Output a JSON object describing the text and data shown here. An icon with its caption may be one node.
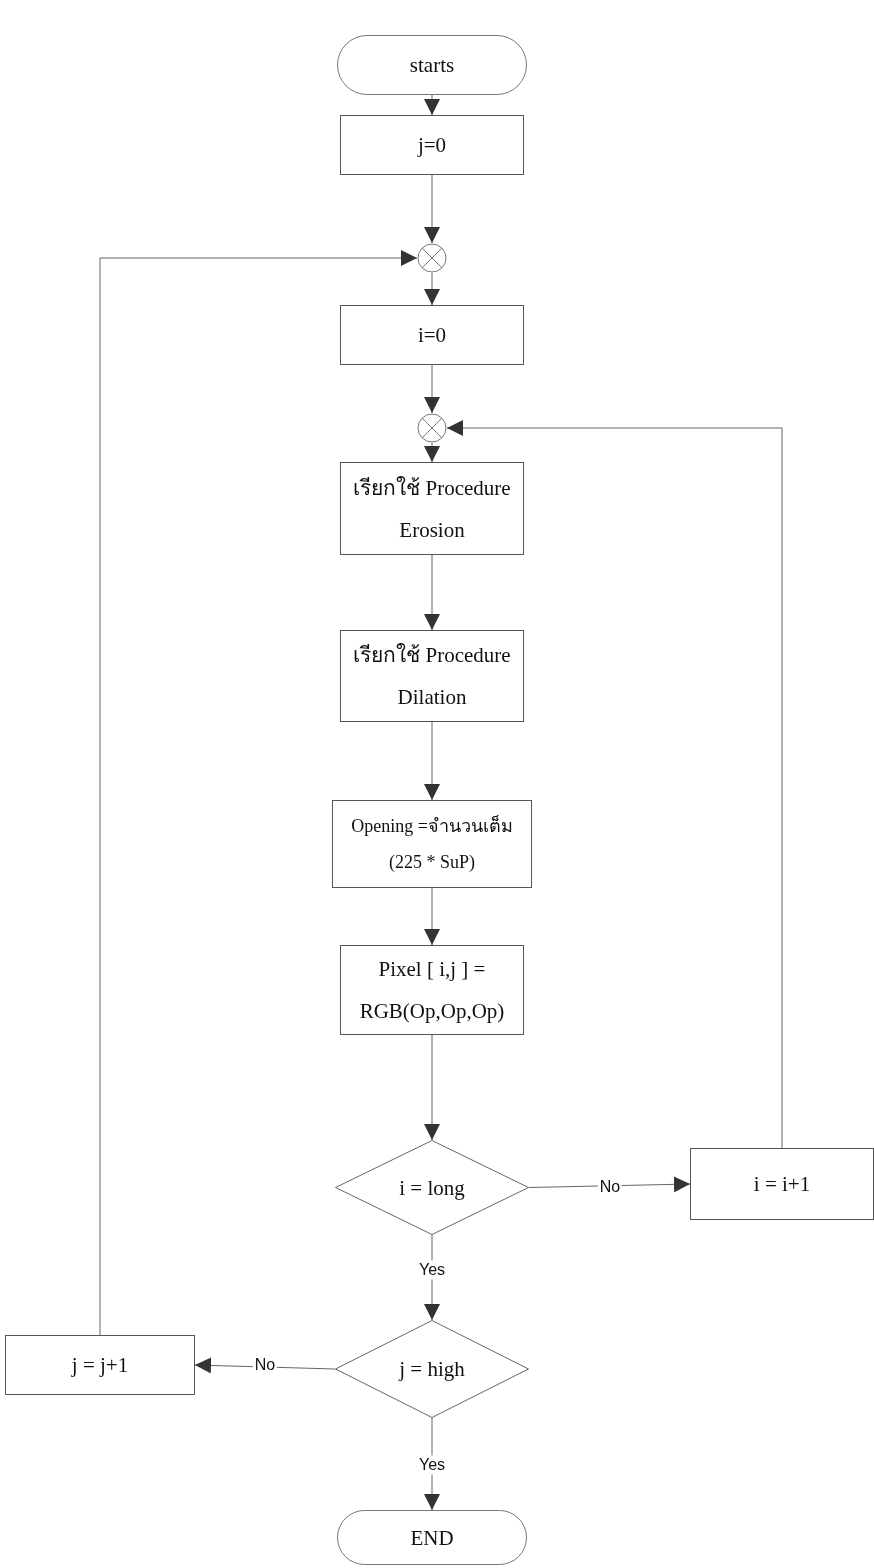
{
  "diagram": {
    "nodes": [
      {
        "text": [
          "starts"
        ]
      },
      {
        "text": [
          "j=0"
        ]
      },
      {
        "text": [],
        "shape": "circle"
      },
      {
        "text": [
          "i=0"
        ]
      },
      {
        "text": [],
        "shape": "circle"
      },
      {
        "text": [
          "เรียกใช้ Procedure Erosion"
        ]
      },
      {
        "text": [
          "เรียกใช้ Procedure Dilation"
        ]
      },
      {
        "text": [
          "Opening =จำนวนเต็ม (225 * SuP)"
        ]
      },
      {
        "text": [
          "Pixel [ i,j ] = RGB(Op,Op,Op)"
        ]
      },
      {
        "text": [
          "i = long"
        ]
      },
      {
        "text": [
          "i = i+1"
        ]
      },
      {
        "text": [
          "j = high"
        ]
      },
      {
        "text": [
          "j = j+1"
        ]
      },
      {
        "text": [
          "END"
        ]
      }
    ],
    "edges": [
      {
        "from": 0,
        "to": 1,
        "arrow": "to"
      },
      {
        "from": 1,
        "to": 2,
        "arrow": "to"
      },
      {
        "from": 2,
        "to": 3,
        "arrow": "to"
      },
      {
        "from": 3,
        "to": 4,
        "arrow": "to"
      },
      {
        "from": 4,
        "to": 5,
        "arrow": "to"
      },
      {
        "from": 5,
        "to": 6,
        "arrow": "to"
      },
      {
        "from": 6,
        "to": 7,
        "arrow": "to"
      },
      {
        "from": 7,
        "to": 8,
        "arrow": "to"
      },
      {
        "from": 8,
        "to": 9,
        "arrow": "to"
      },
      {
        "from": 9,
        "to": 10,
        "arrow": "to",
        "label": "No"
      },
      {
        "from": 10,
        "to": 4,
        "arrow": "to"
      },
      {
        "from": 9,
        "to": 11,
        "arrow": "to",
        "label": "Yes"
      },
      {
        "from": 11,
        "to": 12,
        "arrow": "to",
        "label": "No"
      },
      {
        "from": 12,
        "to": 2,
        "arrow": "to"
      },
      {
        "from": 11,
        "to": 13,
        "arrow": "to",
        "label": "Yes"
      }
    ]
  }
}
